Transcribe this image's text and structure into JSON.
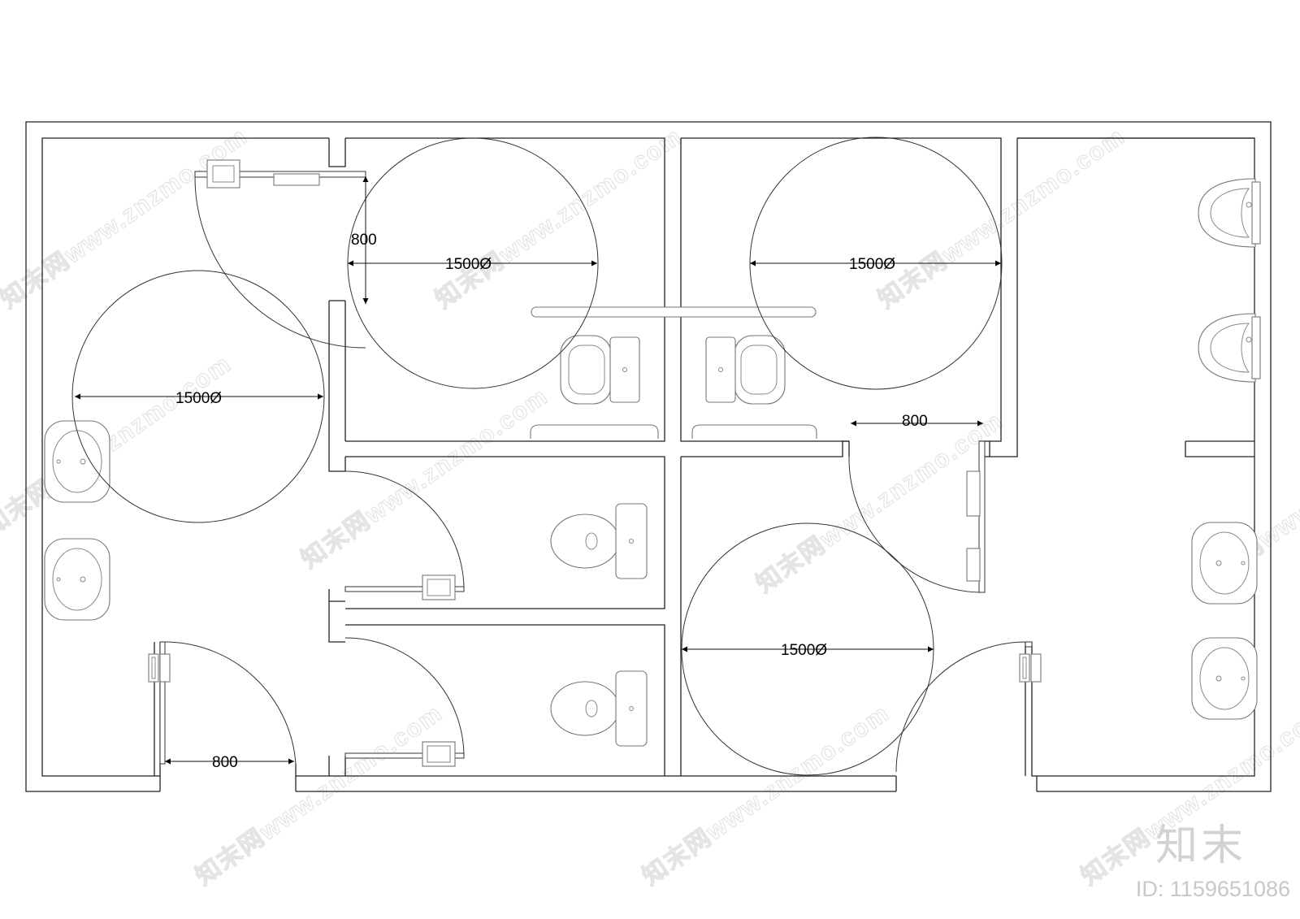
{
  "dimensions": {
    "turning_circle": "1500Ø",
    "door_width": "800"
  },
  "watermark": {
    "text": "知末网www.znzmo.com",
    "brand": "知末",
    "id_label": "ID: 1159651086"
  }
}
